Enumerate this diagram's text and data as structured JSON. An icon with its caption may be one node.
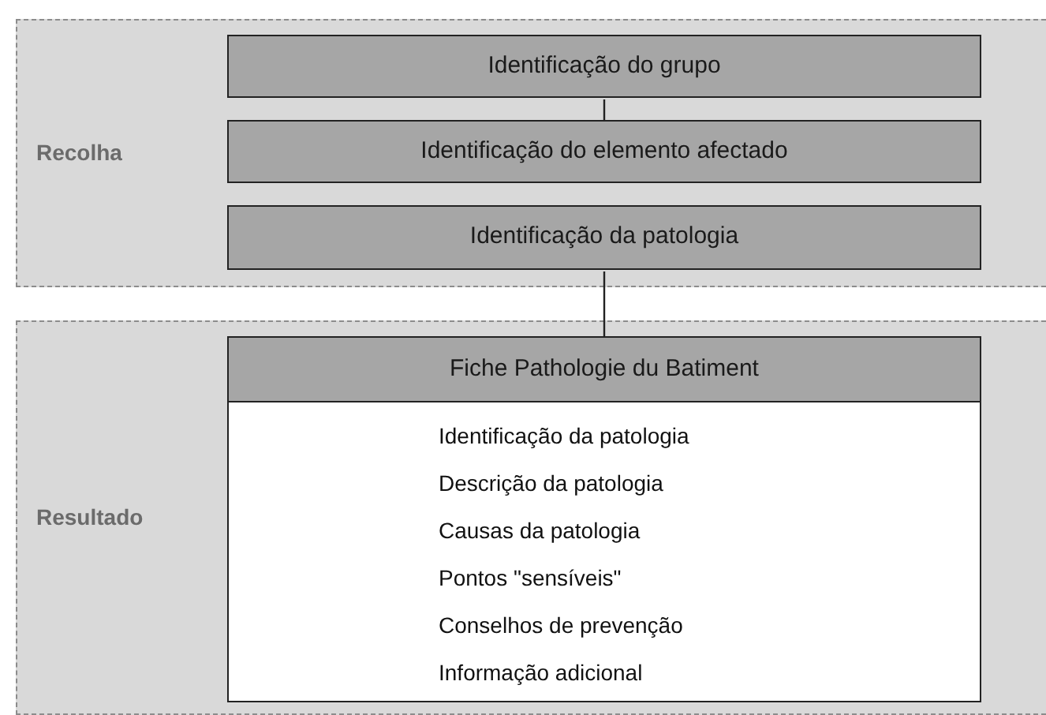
{
  "diagram": {
    "nodes": [
      {
        "text": [
          "Recolha"
        ]
      },
      {
        "text": [
          "Identificação do grupo"
        ],
        "in": 0
      },
      {
        "text": [
          "Identificação do elemento afectado"
        ],
        "in": 0
      },
      {
        "text": [
          "Identificação da patologia"
        ],
        "in": 0
      },
      {
        "text": [
          "Resultado"
        ]
      },
      {
        "text": [
          "Fiche Pathologie du Batiment",
          "Identificação da patologia",
          "Descrição da patologia",
          "Causas da patologia",
          "Pontos \"sensíveis\"",
          "Conselhos de prevenção",
          "Informação adicional"
        ],
        "in": 4
      }
    ],
    "edges": [
      {
        "from": 1,
        "to": 2,
        "arrow": "none"
      },
      {
        "from": 3,
        "to": 5,
        "arrow": "none"
      }
    ]
  }
}
